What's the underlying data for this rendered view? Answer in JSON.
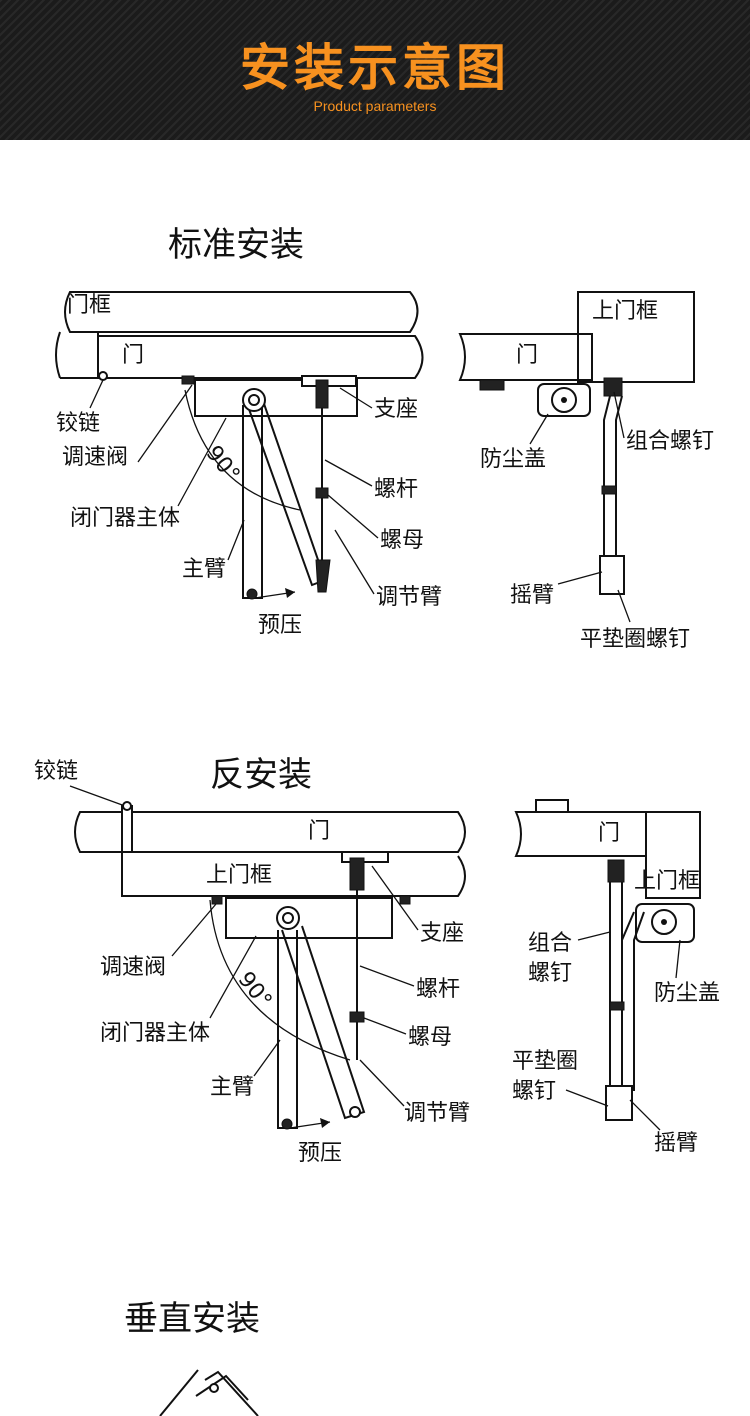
{
  "header": {
    "title": "安装示意图",
    "subtitle": "Product parameters"
  },
  "sections": {
    "standard": {
      "title": "标准安装",
      "labels": {
        "door_frame": "门框",
        "door": "门",
        "hinge": "铰链",
        "speed_valve": "调速阀",
        "closer_body": "闭门器主体",
        "main_arm": "主臂",
        "preload": "预压",
        "bracket": "支座",
        "screw_rod": "螺杆",
        "nut": "螺母",
        "adjust_arm": "调节臂",
        "angle": "90°",
        "upper_frame": "上门框",
        "door2": "门",
        "dust_cover": "防尘盖",
        "combo_screw": "组合螺钉",
        "rocker_arm": "摇臂",
        "washer_screw": "平垫圈螺钉"
      }
    },
    "reverse": {
      "title": "反安装",
      "labels": {
        "hinge": "铰链",
        "door": "门",
        "upper_frame": "上门框",
        "bracket": "支座",
        "speed_valve": "调速阀",
        "closer_body": "闭门器主体",
        "main_arm": "主臂",
        "preload": "预压",
        "screw_rod": "螺杆",
        "nut": "螺母",
        "adjust_arm": "调节臂",
        "angle": "90°",
        "door2": "门",
        "upper_frame2": "上门框",
        "combo_screw_1": "组合",
        "combo_screw_2": "螺钉",
        "dust_cover": "防尘盖",
        "washer_screw_1": "平垫圈",
        "washer_screw_2": "螺钉",
        "rocker_arm": "摇臂"
      }
    },
    "vertical": {
      "title": "垂直安装"
    }
  }
}
